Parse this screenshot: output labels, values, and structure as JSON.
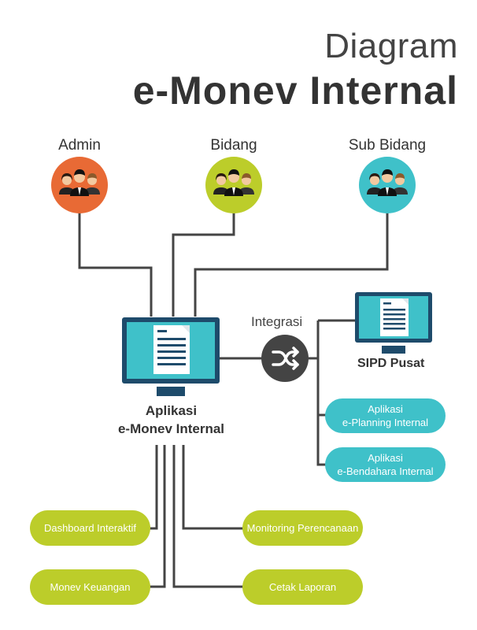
{
  "title": {
    "line1": "Diagram",
    "line2": "e-Monev Internal"
  },
  "roles": [
    {
      "label": "Admin",
      "color": "#e86a35"
    },
    {
      "label": "Bidang",
      "color": "#bccd2a"
    },
    {
      "label": "Sub Bidang",
      "color": "#3fc1c9"
    }
  ],
  "central_app": {
    "line1": "Aplikasi",
    "line2": "e-Monev Internal"
  },
  "integration": {
    "label": "Integrasi"
  },
  "external": {
    "sipd_label": "SIPD Pusat"
  },
  "integrated_apps": [
    {
      "line1": "Aplikasi",
      "line2": "e-Planning Internal"
    },
    {
      "line1": "Aplikasi",
      "line2": "e-Bendahara Internal"
    }
  ],
  "features": [
    {
      "label": "Dashboard Interaktif"
    },
    {
      "label": "Monitoring Perencanaan"
    },
    {
      "label": "Monev Keuangan"
    },
    {
      "label": "Cetak Laporan"
    }
  ],
  "colors": {
    "monitor_frame": "#1e4b6b",
    "monitor_screen": "#3fc1c9",
    "line": "#444444",
    "shuffle_bg": "#444444"
  }
}
